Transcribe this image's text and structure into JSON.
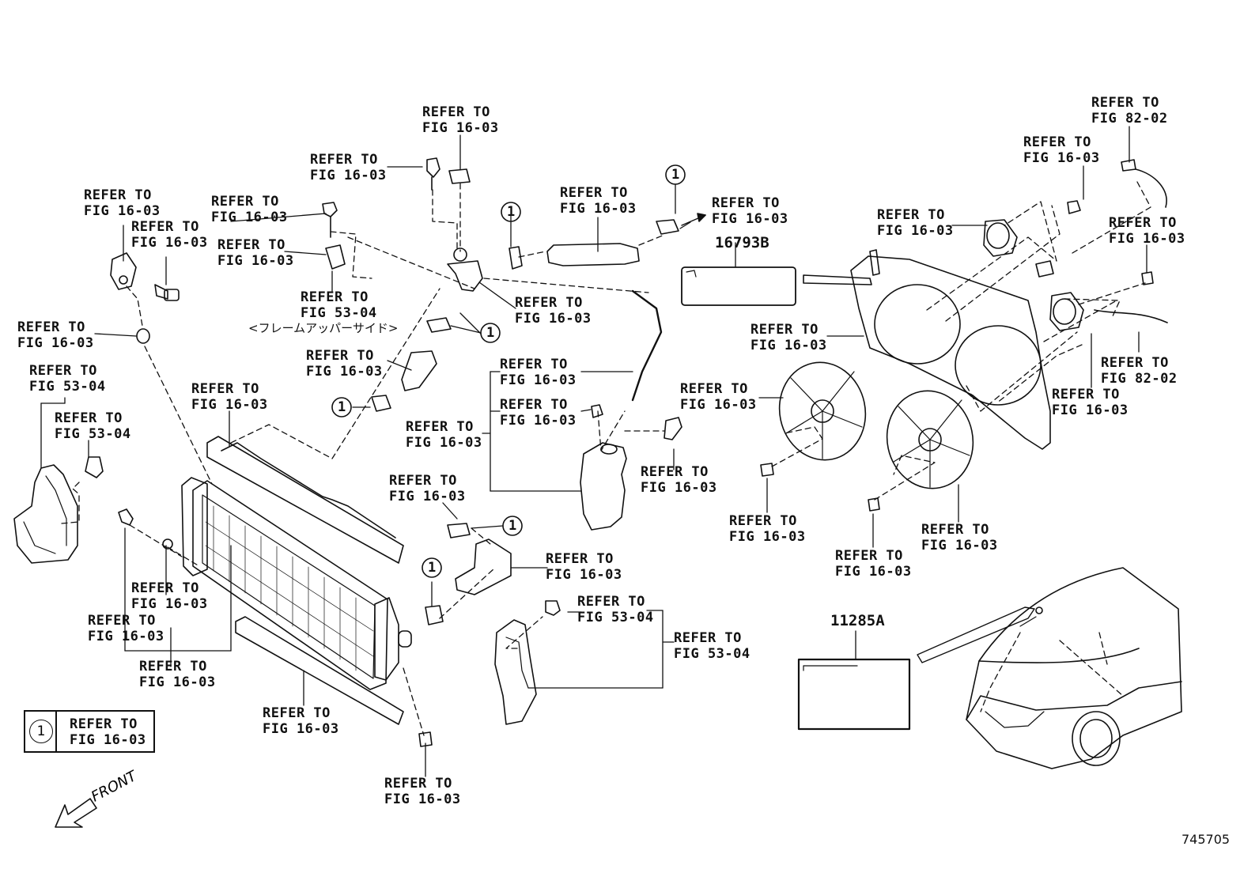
{
  "refer_fig_16_03": "REFER TO\nFIG 16-03",
  "refer_fig_53_04": "REFER TO\nFIG 53-04",
  "refer_fig_82_02": "REFER TO\nFIG 82-02",
  "frame_upper_side_note": "<フレームアッパーサイド>",
  "part_numbers": {
    "label_a": "16793B",
    "label_b": "11285A"
  },
  "legend": {
    "number": "1",
    "text": "REFER TO\nFIG 16-03"
  },
  "callout_number": "1",
  "front_indicator": "FRONT",
  "diagram_id": "745705"
}
